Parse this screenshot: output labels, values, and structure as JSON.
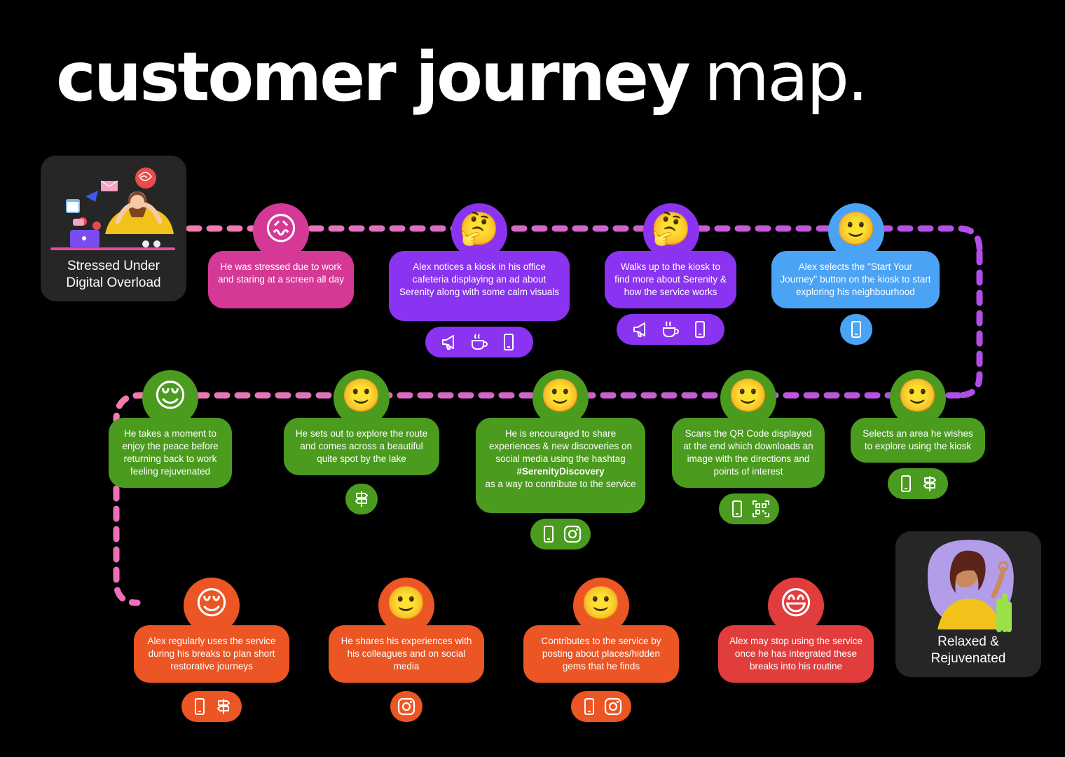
{
  "title": {
    "bold": "customer journey",
    "light": "map."
  },
  "personas": {
    "start": {
      "label_line1": "Stressed Under",
      "label_line2": "Digital Overload"
    },
    "end": {
      "label_line1": "Relaxed &",
      "label_line2": "Rejuvenated"
    }
  },
  "colors": {
    "pink": "#d63896",
    "purple": "#8a33f0",
    "blue": "#4aa3f5",
    "green": "#4b9b1f",
    "orange": "#ec5524",
    "red": "#e23d3d"
  },
  "steps": [
    {
      "id": "s1",
      "emotion": "stressed",
      "emoji": "😖",
      "color": "pink",
      "text": "He was stressed due to work and staring at a screen all day",
      "channels": []
    },
    {
      "id": "s2",
      "emotion": "thinking",
      "emoji": "🤔",
      "color": "purple",
      "text": "Alex notices a kiosk in his office cafeteria displaying an ad about Serenity along with some calm visuals",
      "channels": [
        "megaphone-icon",
        "coffee-cup-icon",
        "phone-icon"
      ]
    },
    {
      "id": "s3",
      "emotion": "thinking",
      "emoji": "🤔",
      "color": "purple",
      "text": "Walks up to the kiosk to find more about Serenity & how the service works",
      "channels": [
        "megaphone-icon",
        "coffee-cup-icon",
        "phone-icon"
      ]
    },
    {
      "id": "s4",
      "emotion": "slight smile",
      "emoji": "🙂",
      "color": "blue",
      "text": "Alex selects the \"Start Your Journey\" button on the kiosk to start exploring his neighbourhood",
      "channels": [
        "phone-icon"
      ]
    },
    {
      "id": "s5",
      "emotion": "slight smile",
      "emoji": "🙂",
      "color": "green",
      "text": "Selects an area he wishes to explore using the kiosk",
      "channels": [
        "phone-icon",
        "signpost-icon"
      ]
    },
    {
      "id": "s6",
      "emotion": "slight smile",
      "emoji": "🙂",
      "color": "green",
      "text": "Scans the QR Code displayed at the end which downloads an image with the directions and points of interest",
      "channels": [
        "phone-icon",
        "qr-code-icon"
      ]
    },
    {
      "id": "s7",
      "emotion": "slight smile",
      "emoji": "🙂",
      "color": "green",
      "text": "He is encouraged to share experiences & new discoveries on social media using the hashtag",
      "hashtag": "#SerenityDiscovery",
      "text2": "as a way to contribute to the service",
      "channels": [
        "phone-icon",
        "instagram-icon"
      ]
    },
    {
      "id": "s8",
      "emotion": "slight smile",
      "emoji": "🙂",
      "color": "green",
      "text": "He sets out to explore the route and comes across a beautiful quite spot by the lake",
      "channels": [
        "signpost-icon"
      ]
    },
    {
      "id": "s9",
      "emotion": "relieved",
      "emoji": "😌",
      "color": "green",
      "text": "He takes a moment to enjoy the peace before returning back to work feeling rejuvenated",
      "channels": []
    },
    {
      "id": "s10",
      "emotion": "relieved",
      "emoji": "😌",
      "color": "orange",
      "text": "Alex regularly uses the service during his breaks to plan short restorative journeys",
      "channels": [
        "phone-icon",
        "signpost-icon"
      ]
    },
    {
      "id": "s11",
      "emotion": "slight smile",
      "emoji": "🙂",
      "color": "orange",
      "text": "He shares his experiences with his colleagues and on social media",
      "channels": [
        "instagram-icon"
      ]
    },
    {
      "id": "s12",
      "emotion": "slight smile",
      "emoji": "🙂",
      "color": "orange",
      "text": "Contributes to the service by posting about places/hidden gems that he finds",
      "channels": [
        "phone-icon",
        "instagram-icon"
      ]
    },
    {
      "id": "s13",
      "emotion": "grinning",
      "emoji": "😄",
      "color": "red",
      "text": "Alex may stop using the service once he has integrated these breaks into his routine",
      "channels": []
    }
  ]
}
